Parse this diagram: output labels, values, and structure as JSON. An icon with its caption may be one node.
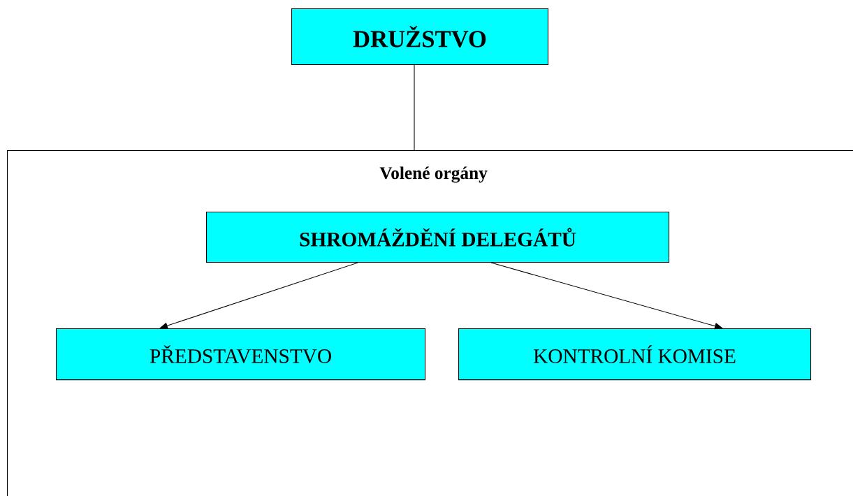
{
  "diagram": {
    "nodes": [
      {
        "text": [
          "DRUŽSTVO"
        ]
      },
      {
        "text": [
          "Volené orgány"
        ]
      },
      {
        "text": [
          "SHROMÁŽDĚNÍ DELEGÁTŮ"
        ],
        "in": 1
      },
      {
        "text": [
          "PŘEDSTAVENSTVO"
        ],
        "in": 1
      },
      {
        "text": [
          "KONTROLNÍ KOMISE"
        ],
        "in": 1
      }
    ],
    "edges": [
      {
        "from": 0,
        "to": 1,
        "arrow": "none"
      },
      {
        "from": 2,
        "to": 3,
        "arrow": "to"
      },
      {
        "from": 2,
        "to": 4,
        "arrow": "to"
      }
    ]
  }
}
